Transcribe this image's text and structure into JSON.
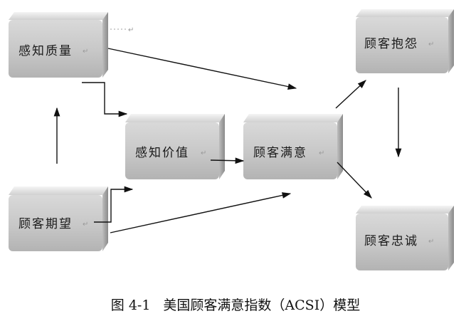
{
  "nodes": {
    "perceived_quality": "感知质量",
    "perceived_value": "感知价值",
    "customer_satisfaction": "顾客满意",
    "customer_expectation": "顾客期望",
    "customer_complaint": "顾客抱怨",
    "customer_loyalty": "顾客忠诚"
  },
  "return_mark": "↵",
  "caption": {
    "number": "图 4-1",
    "title": "美国顾客满意指数（ACSI）模型"
  }
}
